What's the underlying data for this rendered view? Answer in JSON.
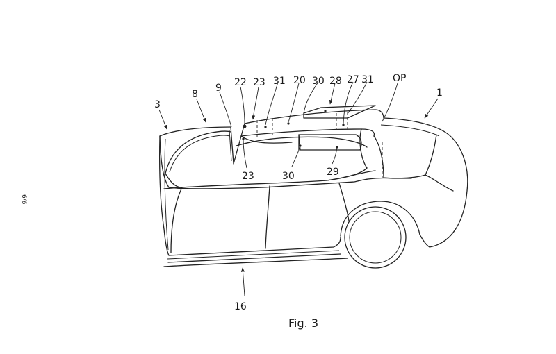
{
  "figure": {
    "caption": "Fig. 3",
    "sheet_number": "6/6"
  },
  "reference_numerals": {
    "r3": "3",
    "r8": "8",
    "r9": "9",
    "r22": "22",
    "r23_top": "23",
    "r31_left": "31",
    "r20": "20",
    "r30_top": "30",
    "r28": "28",
    "r27": "27",
    "r31_right": "31",
    "rOP": "OP",
    "r1": "1",
    "r23_bottom": "23",
    "r30_bottom": "30",
    "r29": "29",
    "r16": "16"
  }
}
